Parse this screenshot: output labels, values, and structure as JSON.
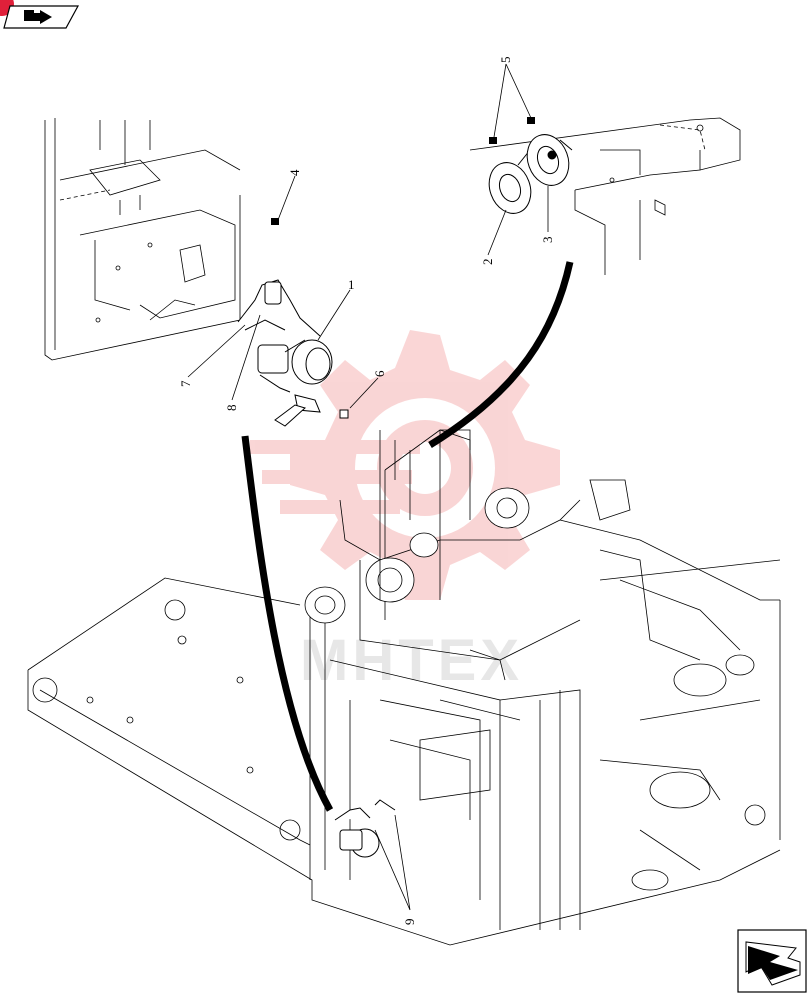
{
  "diagram": {
    "callouts": [
      {
        "id": "1",
        "label": "1"
      },
      {
        "id": "2",
        "label": "2"
      },
      {
        "id": "3",
        "label": "3"
      },
      {
        "id": "4",
        "label": "4"
      },
      {
        "id": "5",
        "label": "5"
      },
      {
        "id": "6",
        "label": "6"
      },
      {
        "id": "7",
        "label": "7"
      },
      {
        "id": "8",
        "label": "8"
      },
      {
        "id": "9",
        "label": "9"
      }
    ],
    "watermark_text": "MHTEX"
  },
  "nav": {
    "prev_icon": "back-arrow-icon",
    "next_icon": "next-arrow-icon"
  },
  "colors": {
    "ink": "#000000",
    "watermark": "#f4b3b3",
    "badge": "#e0203a"
  }
}
